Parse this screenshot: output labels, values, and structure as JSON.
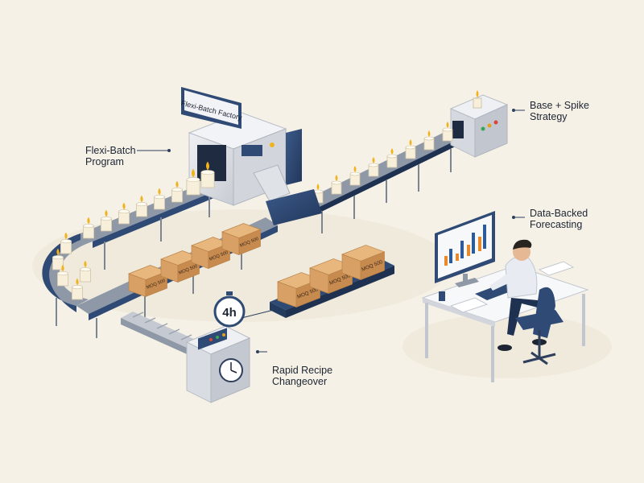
{
  "machine_sign": "Flexi-Batch Factory",
  "box_label": "MOQ 500",
  "timer_label": "4h",
  "callouts": {
    "flexi_batch": "Flexi-Batch\nProgram",
    "base_spike": "Base + Spike\nStrategy",
    "data_backed": "Data-Backed\nForecasting",
    "rapid_recipe": "Rapid Recipe\nChangeover"
  },
  "colors": {
    "background": "#f5f1e6",
    "navy": "#2e4a75",
    "machine": "#e4e7ec",
    "cardboard": "#d9a066",
    "candle": "#f7efd9",
    "flame": "#f2b21c",
    "chart_orange": "#e88a2c",
    "chart_blue": "#2d5a9b"
  },
  "icons": [
    "candle-icon",
    "clock-icon",
    "stopwatch-icon",
    "monitor-icon",
    "chair-icon"
  ]
}
